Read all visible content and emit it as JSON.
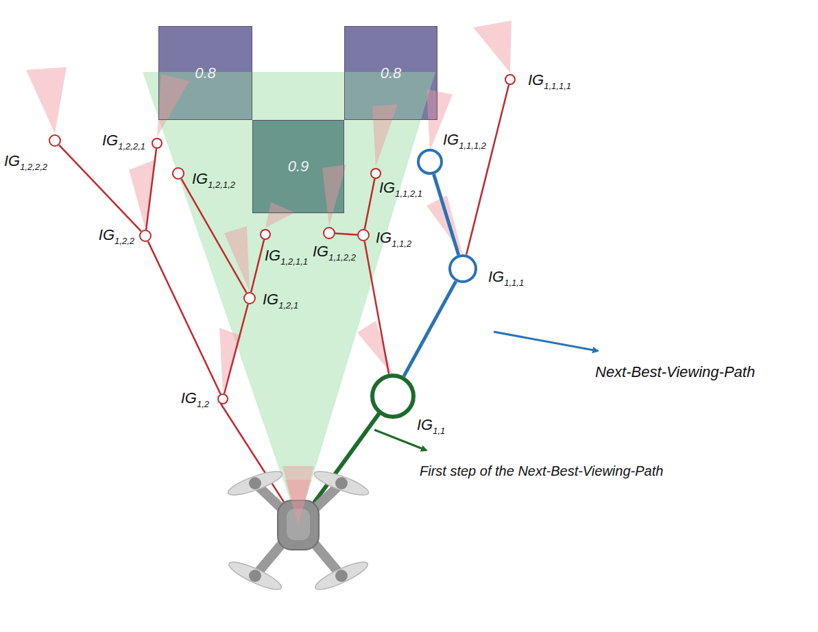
{
  "diagram": {
    "nodes": [
      {
        "text": [
          "0.8"
        ]
      },
      {
        "text": [
          "0.8"
        ]
      },
      {
        "text": [
          "0.9"
        ]
      },
      {
        "text": [
          "IG1,1,1,1"
        ]
      },
      {
        "text": [
          "IG1,2,2,1"
        ]
      },
      {
        "text": [
          "IG1,2,2,2"
        ]
      },
      {
        "text": [
          "IG1,1,1,2"
        ]
      },
      {
        "text": [
          "IG1,2,1,2"
        ]
      },
      {
        "text": [
          "IG1,1,2,1"
        ]
      },
      {
        "text": [
          "IG1,2,2"
        ]
      },
      {
        "text": [
          "IG1,2,1,1"
        ]
      },
      {
        "text": [
          "IG1,1,2,2"
        ]
      },
      {
        "text": [
          "IG1,1,2"
        ]
      },
      {
        "text": [
          "IG1,1,1"
        ]
      },
      {
        "text": [
          "IG1,2,1"
        ]
      },
      {
        "text": [
          "IG1,1"
        ]
      },
      {
        "text": [
          "IG1,2"
        ]
      }
    ],
    "edges": [
      {
        "from": 15,
        "to": 13,
        "arrow": "none"
      },
      {
        "from": 15,
        "to": 12,
        "arrow": "none"
      },
      {
        "from": 12,
        "to": 8,
        "arrow": "none"
      },
      {
        "from": 12,
        "to": 11,
        "arrow": "none"
      },
      {
        "from": 13,
        "to": 3,
        "arrow": "none"
      },
      {
        "from": 13,
        "to": 6,
        "arrow": "none"
      },
      {
        "from": 16,
        "to": 14,
        "arrow": "none"
      },
      {
        "from": 16,
        "to": 9,
        "arrow": "none"
      },
      {
        "from": 14,
        "to": 10,
        "arrow": "none"
      },
      {
        "from": 14,
        "to": 7,
        "arrow": "none"
      },
      {
        "from": 9,
        "to": 4,
        "arrow": "none"
      },
      {
        "from": 9,
        "to": 5,
        "arrow": "none"
      }
    ],
    "labels": [
      "Next-Best-Viewing-Path",
      "First step of the Next-Best-Viewing-Path"
    ]
  }
}
